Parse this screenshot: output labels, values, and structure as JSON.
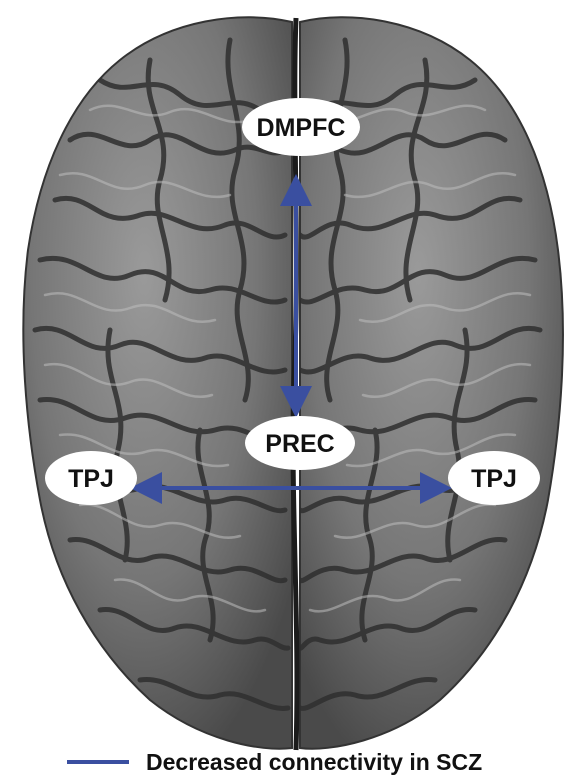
{
  "nodes": {
    "dmpfc": "DMPFC",
    "prec": "PREC",
    "tpj_left": "TPJ",
    "tpj_right": "TPJ"
  },
  "legend": {
    "label": "Decreased connectivity in SCZ"
  },
  "colors": {
    "connection": "#3a4fa0",
    "node_fill": "#ffffff",
    "brain_base": "#6e6e6e",
    "brain_sulci": "#2c2c2c",
    "brain_highlight": "#b9b9b9"
  }
}
